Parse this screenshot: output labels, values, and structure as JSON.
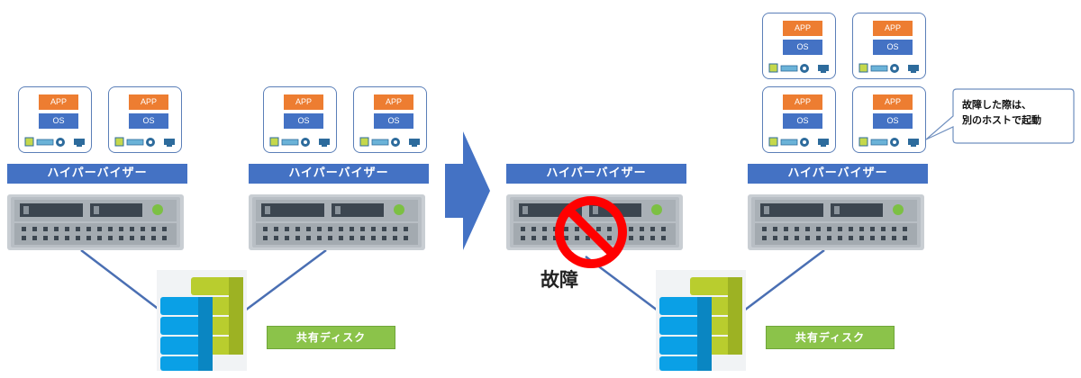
{
  "vm": {
    "app_label": "APP",
    "os_label": "OS"
  },
  "hypervisor": {
    "label": "ハイパーバイザー"
  },
  "storage": {
    "label": "共有ディスク"
  },
  "failure": {
    "label": "故障"
  },
  "callout": {
    "line1": "故障した際は、",
    "line2": "別のホストで起動"
  },
  "colors": {
    "app": "#ed7d31",
    "os": "#4472c4",
    "hypervisor": "#4472c4",
    "shared_disk_label": "#8bc34a",
    "link": "#4a6fb3",
    "no_sign": "#ff0000"
  }
}
